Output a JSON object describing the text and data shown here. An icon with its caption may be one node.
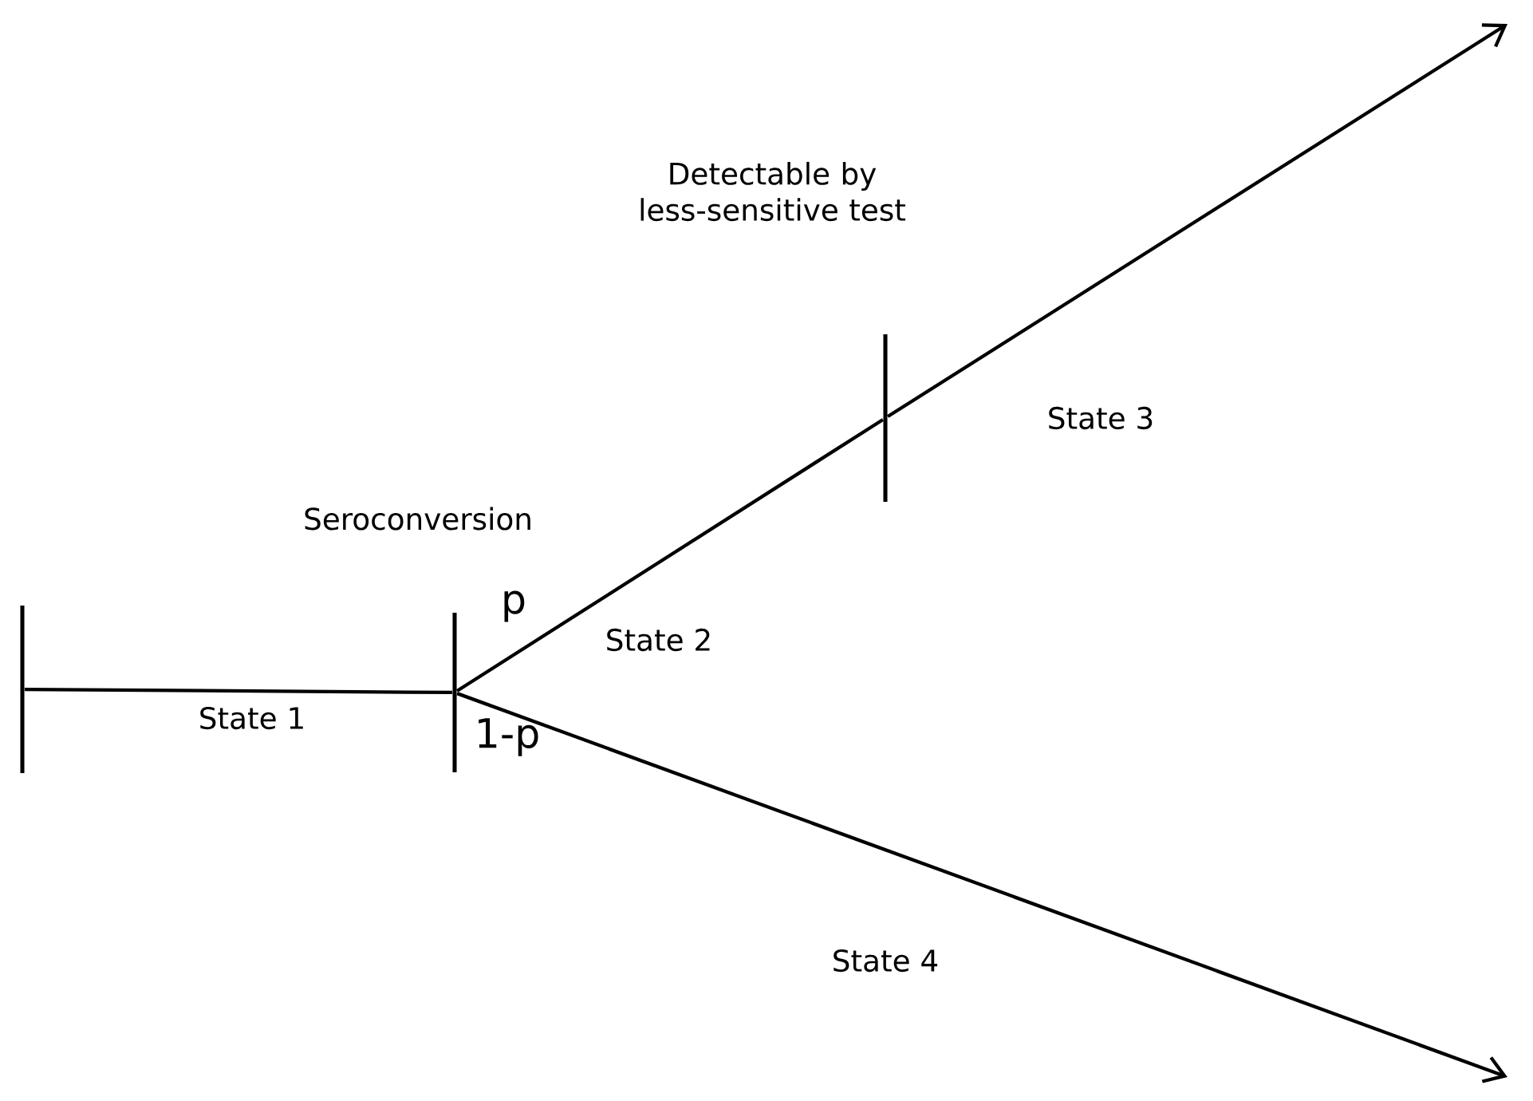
{
  "diagram": {
    "nodes": [
      {
        "text": [],
        "shape": "bar"
      },
      {
        "text": [],
        "shape": "bar"
      },
      {
        "text": [],
        "shape": "bar"
      }
    ],
    "edges": [
      {
        "from": 0,
        "to": 1,
        "arrow": "none",
        "label": "State 1"
      },
      {
        "from": 1,
        "to": 2,
        "arrow": "none",
        "label": "State 2"
      },
      {
        "from": 2,
        "to": null,
        "arrow": "to",
        "label": "State 3"
      },
      {
        "from": 1,
        "to": null,
        "arrow": "to",
        "label": "State 4"
      }
    ],
    "labels": [
      "Detectable by less-sensitive test",
      "Seroconversion",
      "p",
      "1-p"
    ]
  }
}
